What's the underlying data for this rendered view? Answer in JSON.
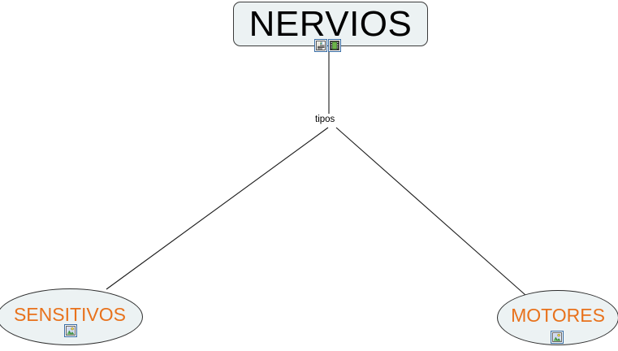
{
  "map": {
    "title": "NERVIOS",
    "background_color": "#ffffff",
    "node_fill_color": "#ecf2f3",
    "node_border_color": "#2d2d2d",
    "root_text_color": "#000000",
    "child_text_color": "#e8721c",
    "link_text_color": "#000000",
    "edge_color": "#1a1a1a"
  },
  "nodes": {
    "root": {
      "label": "NERVIOS",
      "shape": "rounded-rectangle",
      "icons": [
        {
          "name": "note-resource-icon",
          "kind": "document"
        },
        {
          "name": "video-resource-icon",
          "kind": "film"
        }
      ]
    },
    "children": [
      {
        "label": "SENSITIVOS",
        "shape": "ellipse",
        "icons": [
          {
            "name": "image-resource-icon",
            "kind": "picture"
          }
        ]
      },
      {
        "label": "MOTORES",
        "shape": "ellipse",
        "icons": [
          {
            "name": "image-resource-icon",
            "kind": "picture"
          }
        ]
      }
    ]
  },
  "links": [
    {
      "label": "tipos",
      "from": "NERVIOS",
      "to": [
        "SENSITIVOS",
        "MOTORES"
      ]
    }
  ]
}
